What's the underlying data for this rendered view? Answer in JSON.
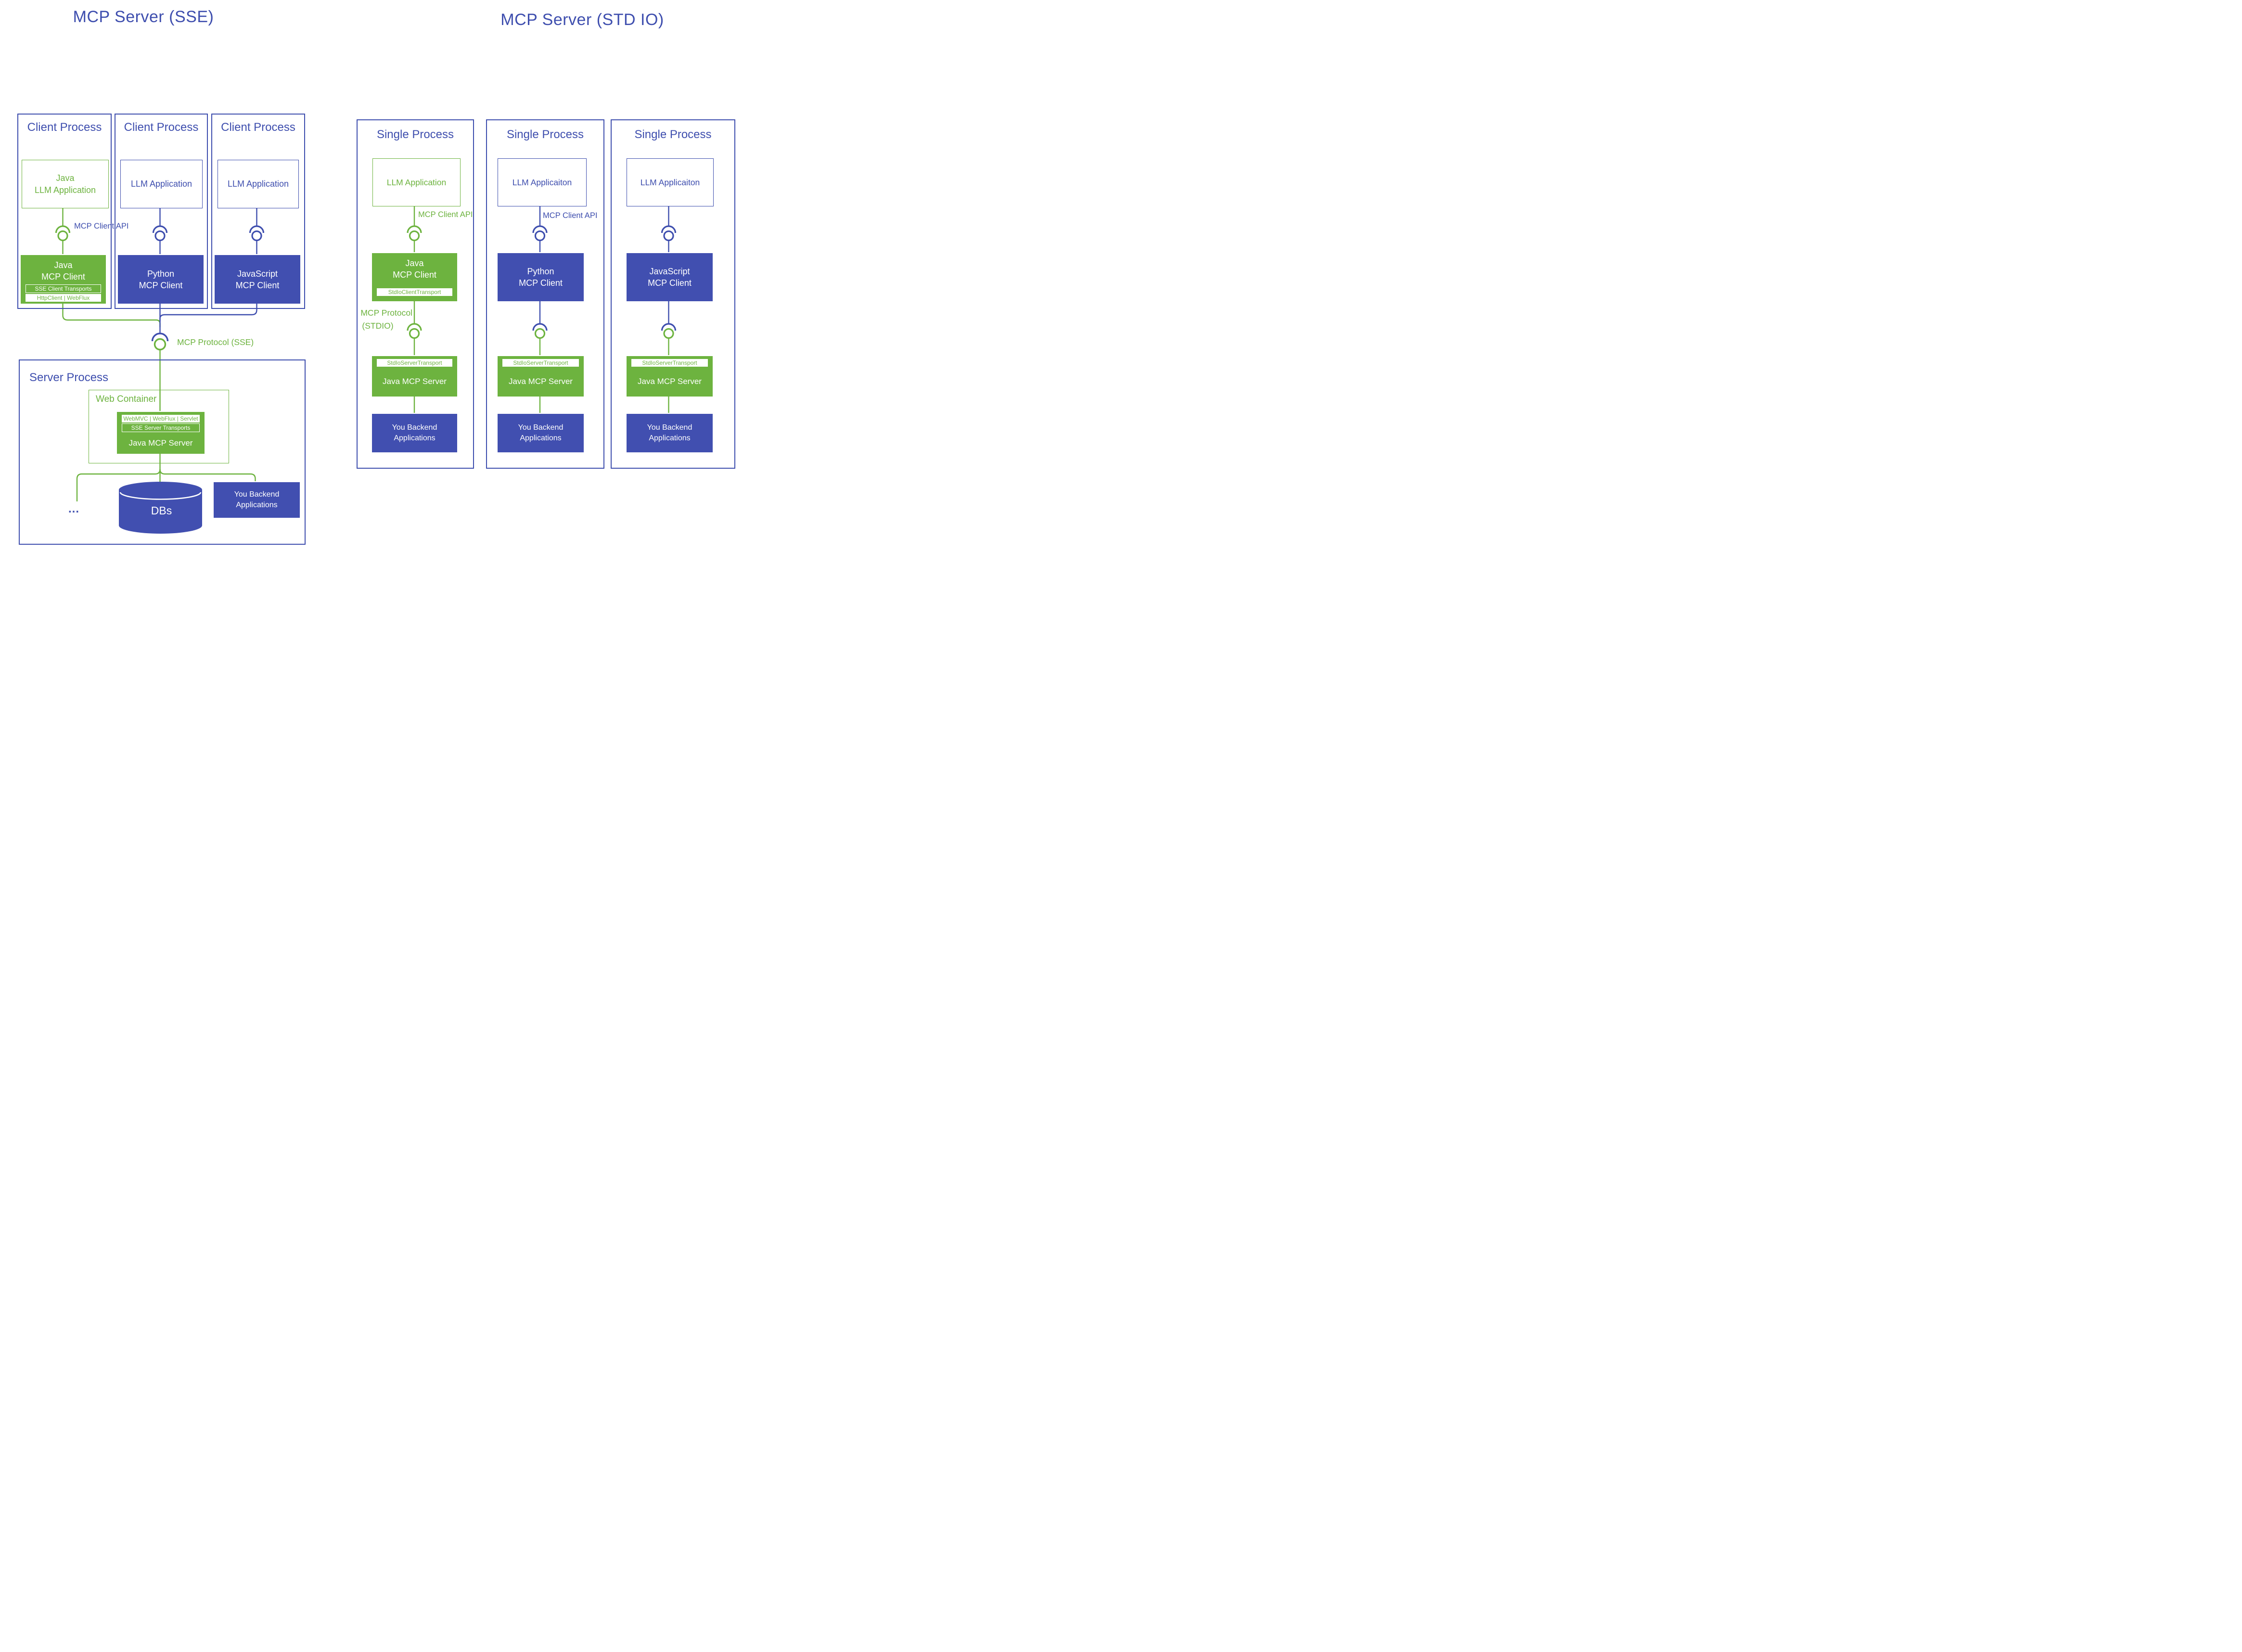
{
  "sse": {
    "title": "MCP Server (SSE)",
    "client_api_label": "MCP Client API",
    "protocol_label": "MCP Protocol (SSE)",
    "clients": [
      {
        "title": "Client Process",
        "app_line1": "Java",
        "app_line2": "LLM Application",
        "client_line1": "Java",
        "client_line2": "MCP Client",
        "transports": "SSE Client Transports",
        "impls": "HttpClient | WebFlux"
      },
      {
        "title": "Client Process",
        "app_line1": "",
        "app_line2": "LLM Application",
        "client_line1": "Python",
        "client_line2": "MCP Client"
      },
      {
        "title": "Client Process",
        "app_line1": "",
        "app_line2": "LLM Application",
        "client_line1": "JavaScript",
        "client_line2": "MCP Client"
      }
    ],
    "server": {
      "title": "Server Process",
      "container_label": "Web Container",
      "frameworks": "WebMVC | WebFlux | Servlet",
      "transports": "SSE Server Transports",
      "name": "Java MCP Server",
      "ellipsis": "...",
      "db_label": "DBs",
      "backend_line1": "You Backend",
      "backend_line2": "Applications"
    }
  },
  "stdio": {
    "title": "MCP Server (STD IO)",
    "protocol_line1": "MCP Protocol",
    "protocol_line2": "(STDIO)",
    "processes": [
      {
        "title": "Single Process",
        "app": "LLM Application",
        "api_label": "MCP Client API",
        "client_line1": "Java",
        "client_line2": "MCP Client",
        "client_transport": "StdIoClientTransport",
        "server_transport": "StdIoServerTransport",
        "server_name": "Java MCP Server",
        "backend_line1": "You Backend",
        "backend_line2": "Applications"
      },
      {
        "title": "Single Process",
        "app": "LLM Applicaiton",
        "api_label": "MCP Client API",
        "client_line1": "Python",
        "client_line2": "MCP Client",
        "server_transport": "StdIoServerTransport",
        "server_name": "Java MCP Server",
        "backend_line1": "You Backend",
        "backend_line2": "Applications"
      },
      {
        "title": "Single Process",
        "app": "LLM Applicaiton",
        "client_line1": "JavaScript",
        "client_line2": "MCP Client",
        "server_transport": "StdIoServerTransport",
        "server_name": "Java MCP Server",
        "backend_line1": "You Backend",
        "backend_line2": "Applications"
      }
    ]
  },
  "colors": {
    "blue": "#3E4EAE",
    "blue_fill": "#414FB0",
    "green": "#6DB33F"
  }
}
